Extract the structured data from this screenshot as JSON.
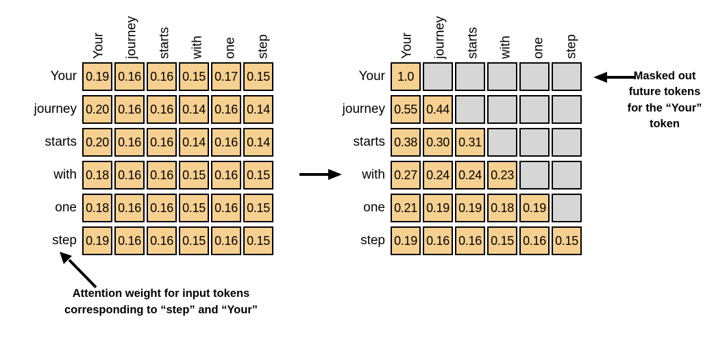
{
  "tokens": [
    "Your",
    "journey",
    "starts",
    "with",
    "one",
    "step"
  ],
  "colors": {
    "filled_cell": "#f6d090",
    "masked_cell": "#d6d6d6",
    "border": "#000000",
    "text": "#000000",
    "background": "#ffffff"
  },
  "left_matrix": {
    "name": "attention-weights",
    "column_headers": [
      "Your",
      "journey",
      "starts",
      "with",
      "one",
      "step"
    ],
    "row_labels": [
      "Your",
      "journey",
      "starts",
      "with",
      "one",
      "step"
    ],
    "rows": [
      [
        "0.19",
        "0.16",
        "0.16",
        "0.15",
        "0.17",
        "0.15"
      ],
      [
        "0.20",
        "0.16",
        "0.16",
        "0.14",
        "0.16",
        "0.14"
      ],
      [
        "0.20",
        "0.16",
        "0.16",
        "0.14",
        "0.16",
        "0.14"
      ],
      [
        "0.18",
        "0.16",
        "0.16",
        "0.15",
        "0.16",
        "0.15"
      ],
      [
        "0.18",
        "0.16",
        "0.16",
        "0.15",
        "0.16",
        "0.15"
      ],
      [
        "0.19",
        "0.16",
        "0.16",
        "0.15",
        "0.16",
        "0.15"
      ]
    ],
    "masked": [
      [
        false,
        false,
        false,
        false,
        false,
        false
      ],
      [
        false,
        false,
        false,
        false,
        false,
        false
      ],
      [
        false,
        false,
        false,
        false,
        false,
        false
      ],
      [
        false,
        false,
        false,
        false,
        false,
        false
      ],
      [
        false,
        false,
        false,
        false,
        false,
        false
      ],
      [
        false,
        false,
        false,
        false,
        false,
        false
      ]
    ]
  },
  "right_matrix": {
    "name": "masked-attention-weights",
    "column_headers": [
      "Your",
      "journey",
      "starts",
      "with",
      "one",
      "step"
    ],
    "row_labels": [
      "Your",
      "journey",
      "starts",
      "with",
      "one",
      "step"
    ],
    "rows": [
      [
        "1.0",
        "",
        "",
        "",
        "",
        ""
      ],
      [
        "0.55",
        "0.44",
        "",
        "",
        "",
        ""
      ],
      [
        "0.38",
        "0.30",
        "0.31",
        "",
        "",
        ""
      ],
      [
        "0.27",
        "0.24",
        "0.24",
        "0.23",
        "",
        ""
      ],
      [
        "0.21",
        "0.19",
        "0.19",
        "0.18",
        "0.19",
        ""
      ],
      [
        "0.19",
        "0.16",
        "0.16",
        "0.15",
        "0.16",
        "0.15"
      ]
    ],
    "masked": [
      [
        false,
        true,
        true,
        true,
        true,
        true
      ],
      [
        false,
        false,
        true,
        true,
        true,
        true
      ],
      [
        false,
        false,
        false,
        true,
        true,
        true
      ],
      [
        false,
        false,
        false,
        false,
        true,
        true
      ],
      [
        false,
        false,
        false,
        false,
        false,
        true
      ],
      [
        false,
        false,
        false,
        false,
        false,
        false
      ]
    ]
  },
  "annotations": {
    "right": {
      "lines": [
        "Masked out",
        "future tokens",
        "for the “Your”",
        "token"
      ],
      "text": "Masked out future tokens for the “Your” token"
    },
    "bottom": {
      "lines": [
        "Attention weight for input tokens",
        "corresponding to “step” and “Your”"
      ],
      "text": "Attention weight for input tokens corresponding to “step” and “Your”"
    }
  },
  "chart_data": {
    "type": "heatmap",
    "title": "",
    "xlabel": "",
    "ylabel": "",
    "panels": [
      {
        "name": "attention-weights",
        "categories_x": [
          "Your",
          "journey",
          "starts",
          "with",
          "one",
          "step"
        ],
        "categories_y": [
          "Your",
          "journey",
          "starts",
          "with",
          "one",
          "step"
        ],
        "values": [
          [
            0.19,
            0.16,
            0.16,
            0.15,
            0.17,
            0.15
          ],
          [
            0.2,
            0.16,
            0.16,
            0.14,
            0.16,
            0.14
          ],
          [
            0.2,
            0.16,
            0.16,
            0.14,
            0.16,
            0.14
          ],
          [
            0.18,
            0.16,
            0.16,
            0.15,
            0.16,
            0.15
          ],
          [
            0.18,
            0.16,
            0.16,
            0.15,
            0.16,
            0.15
          ],
          [
            0.19,
            0.16,
            0.16,
            0.15,
            0.16,
            0.15
          ]
        ]
      },
      {
        "name": "masked-attention-weights",
        "categories_x": [
          "Your",
          "journey",
          "starts",
          "with",
          "one",
          "step"
        ],
        "categories_y": [
          "Your",
          "journey",
          "starts",
          "with",
          "one",
          "step"
        ],
        "values": [
          [
            1.0,
            null,
            null,
            null,
            null,
            null
          ],
          [
            0.55,
            0.44,
            null,
            null,
            null,
            null
          ],
          [
            0.38,
            0.3,
            0.31,
            null,
            null,
            null
          ],
          [
            0.27,
            0.24,
            0.24,
            0.23,
            null,
            null
          ],
          [
            0.21,
            0.19,
            0.19,
            0.18,
            0.19,
            null
          ],
          [
            0.19,
            0.16,
            0.16,
            0.15,
            0.16,
            0.15
          ]
        ]
      }
    ]
  }
}
